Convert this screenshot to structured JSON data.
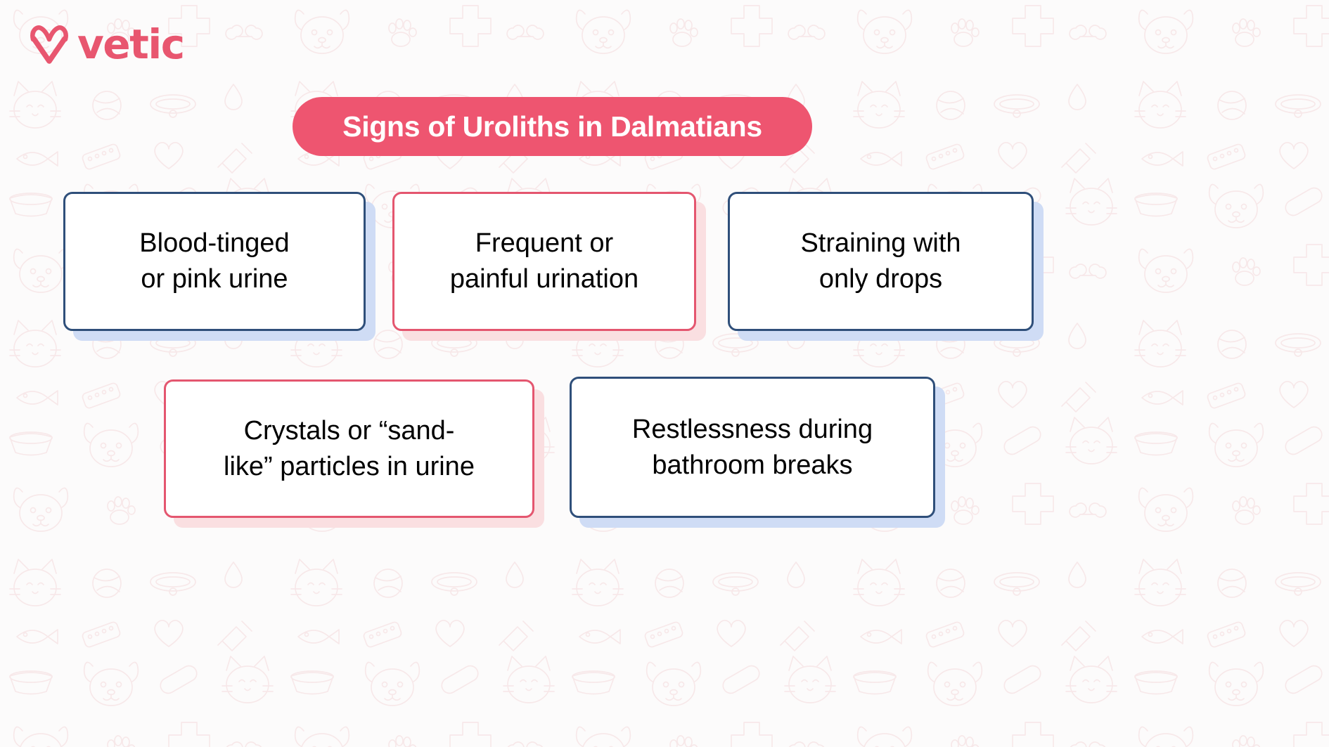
{
  "brand": {
    "logo_icon": "heart-v-icon",
    "name": "vetic",
    "color": "#e8566f"
  },
  "header": {
    "title": "Signs of Uroliths in Dalmatians",
    "pill_color": "#ee5570",
    "title_color": "#ffffff"
  },
  "background": {
    "color": "#fcfbfb",
    "pattern": "pet-care-doodle-pattern",
    "pattern_color": "#f6dcdd"
  },
  "theme": {
    "navy_border": "#2f4f7a",
    "navy_shadow": "#cfdcf5",
    "pink_border": "#e4566f",
    "pink_shadow": "#fadfe1",
    "card_background": "#ffffff",
    "card_text_color": "#000000"
  },
  "cards": [
    {
      "id": "blood-tinged-or-pink-urine",
      "text": "Blood-tinged\nor pink urine",
      "accent": "navy",
      "row": 1
    },
    {
      "id": "frequent-or-painful-urination",
      "text": "Frequent or\npainful urination",
      "accent": "pink",
      "row": 1
    },
    {
      "id": "straining-with-only-drops",
      "text": "Straining with\nonly drops",
      "accent": "navy",
      "row": 1
    },
    {
      "id": "crystals-or-sand-like-particles-in-urine",
      "text": "Crystals or “sand-\nlike” particles in urine",
      "accent": "pink",
      "row": 2
    },
    {
      "id": "restlessness-during-bathroom-breaks",
      "text": "Restlessness during\nbathroom breaks",
      "accent": "navy",
      "row": 2
    }
  ]
}
